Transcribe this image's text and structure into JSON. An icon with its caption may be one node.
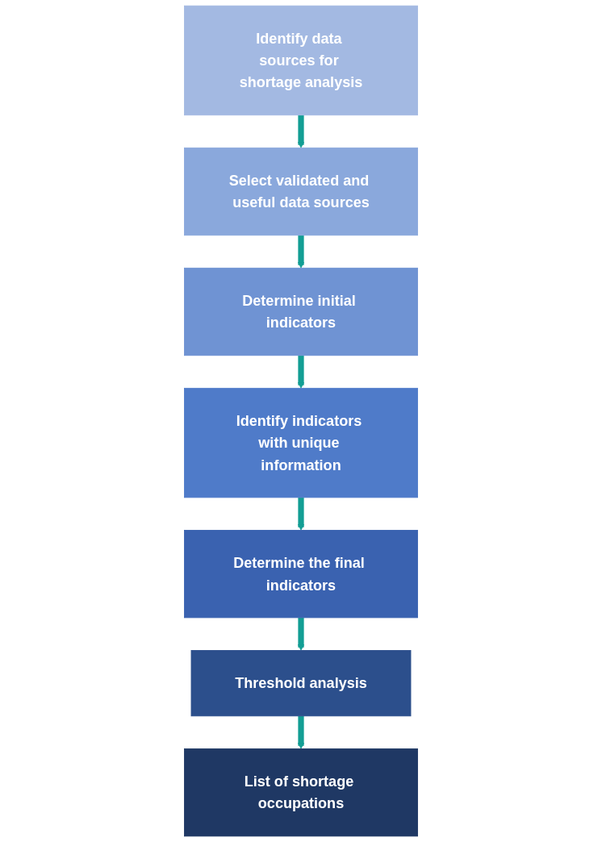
{
  "diagram": {
    "nodes": [
      {
        "text": [
          "Identify data sources for shortage analysis"
        ]
      },
      {
        "text": [
          "Select validated and useful data sources"
        ]
      },
      {
        "text": [
          "Determine initial indicators"
        ]
      },
      {
        "text": [
          "Identify indicators with unique information"
        ]
      },
      {
        "text": [
          "Determine the final indicators"
        ]
      },
      {
        "text": [
          "Threshold analysis"
        ]
      },
      {
        "text": [
          "List of shortage occupations"
        ]
      }
    ],
    "edges": [
      {
        "from": 0,
        "to": 1,
        "arrow": "to"
      },
      {
        "from": 1,
        "to": 2,
        "arrow": "to"
      },
      {
        "from": 2,
        "to": 3,
        "arrow": "to"
      },
      {
        "from": 3,
        "to": 4,
        "arrow": "to"
      },
      {
        "from": 4,
        "to": 5,
        "arrow": "to"
      },
      {
        "from": 5,
        "to": 6,
        "arrow": "to"
      }
    ]
  }
}
